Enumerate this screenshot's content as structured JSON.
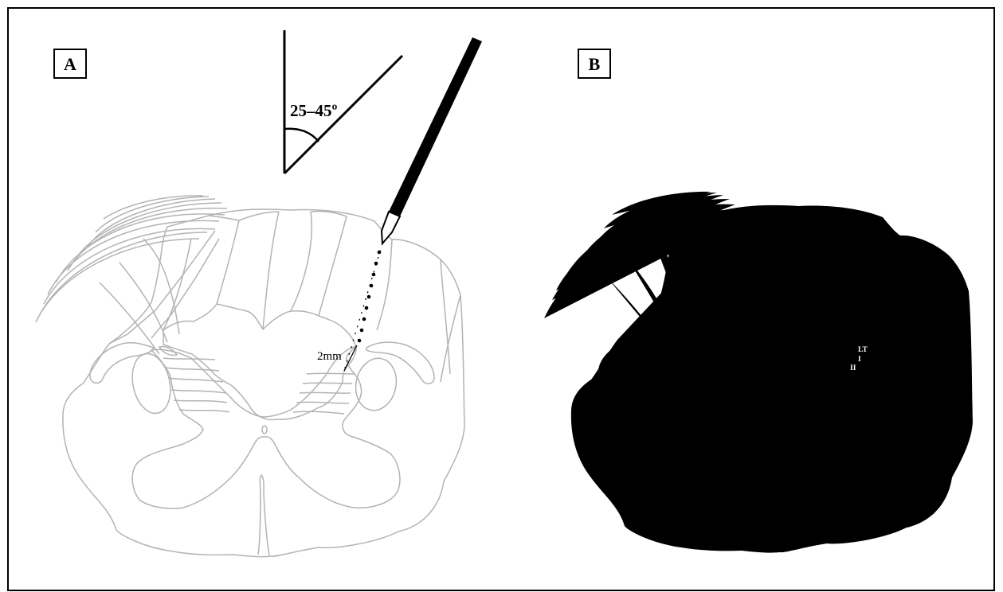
{
  "panels": [
    {
      "letter": "A"
    },
    {
      "letter": "B"
    }
  ],
  "angle_label": "25–45º",
  "depth_label": "2mm",
  "lesion_labels": [
    "LT",
    "I",
    "II"
  ],
  "colors": {
    "faded_outline": "#b3b3b3",
    "dark_outline": "#1a1a1a",
    "grey_matter": "#e4e4e4",
    "tract_dark": "#707070",
    "tract_mid": "#a8a8a8",
    "lesion": "#000000"
  }
}
